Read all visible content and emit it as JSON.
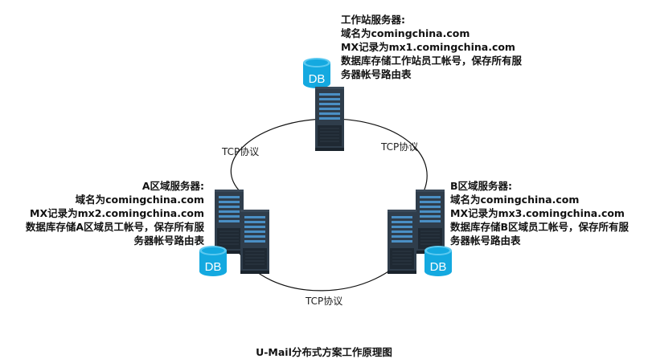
{
  "servers": {
    "top": {
      "lines": [
        "工作站服务器:",
        "域名为comingchina.com",
        "MX记录为mx1.comingchina.com",
        "数据库存储工作站员工帐号，保存所有服",
        "务器帐号路由表"
      ],
      "db_label": "DB"
    },
    "a": {
      "lines": [
        "A区域服务器:",
        "域名为comingchina.com",
        "MX记录为mx2.comingchina.com",
        "数据库存储A区域员工帐号，保存所有服",
        "务器帐号路由表"
      ],
      "db_label": "DB"
    },
    "b": {
      "lines": [
        "B区域服务器:",
        "域名为comingchina.com",
        "MX记录为mx3.comingchina.com",
        "数据库存储B区域员工帐号，保存所有服",
        "务器帐号路由表"
      ],
      "db_label": "DB"
    }
  },
  "protocols": {
    "left": "TCP协议",
    "right": "TCP协议",
    "bottom": "TCP协议"
  },
  "caption": "U-Mail分布式方案工作原理图",
  "colors": {
    "server_body": "#2f3d4b",
    "server_dark": "#1f2933",
    "server_accent": "#4a8fc4",
    "db_color": "#14a9e0",
    "line": "#111111"
  }
}
